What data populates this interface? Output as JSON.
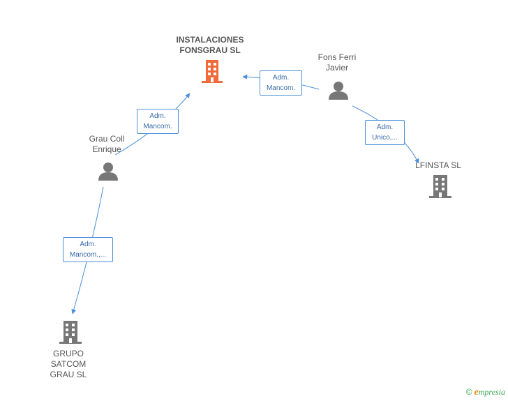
{
  "nodes": {
    "instalaciones": {
      "label": "INSTALACIONES\nFONSGRAU SL",
      "type": "company",
      "color": "#f06a3a"
    },
    "fons_ferri": {
      "label": "Fons Ferri\nJavier",
      "type": "person"
    },
    "grau_coll": {
      "label": "Grau Coll\nEnrique",
      "type": "person"
    },
    "lfinsta": {
      "label": "LFINSTA  SL",
      "type": "company"
    },
    "grupo_satcom": {
      "label": "GRUPO\nSATCOM\nGRAU  SL",
      "type": "company"
    }
  },
  "edges": {
    "fons_to_instalaciones": {
      "label": "Adm.\nMancom."
    },
    "grau_to_instalaciones": {
      "label": "Adm.\nMancom."
    },
    "fons_to_lfinsta": {
      "label": "Adm.\nUnico,..."
    },
    "grau_to_grupo": {
      "label": "Adm.\nMancom.,..."
    }
  },
  "footer": {
    "copyright": "©",
    "brand_initial": "e",
    "brand_rest": "mpresia"
  },
  "colors": {
    "edge": "#4a8fd8",
    "icon_gray": "#777777",
    "icon_highlight": "#f06a3a"
  }
}
